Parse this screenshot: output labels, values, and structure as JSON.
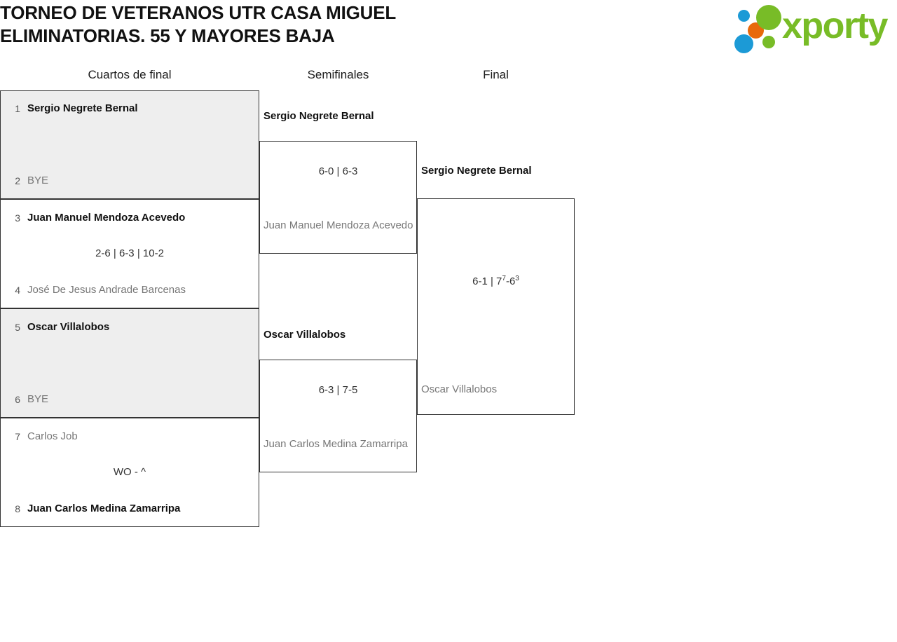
{
  "header": {
    "title": "TORNEO DE VETERANOS UTR CASA MIGUEL\nELIMINATORIAS. 55 Y MAYORES BAJA",
    "logo": {
      "wordmark": "xporty",
      "colors": {
        "green": "#78bc27",
        "blue": "#1c9ad6",
        "orange": "#e8690b"
      }
    }
  },
  "bracket": {
    "rounds": [
      {
        "label": "Cuartos de final"
      },
      {
        "label": "Semifinales"
      },
      {
        "label": "Final"
      }
    ],
    "round1": {
      "matches": [
        {
          "top": {
            "seed": "1",
            "name": "Sergio Negrete Bernal",
            "winner": true
          },
          "bottom": {
            "seed": "2",
            "name": "BYE",
            "winner": false
          },
          "score": "",
          "shaded": true
        },
        {
          "top": {
            "seed": "3",
            "name": "Juan Manuel Mendoza Acevedo",
            "winner": true
          },
          "bottom": {
            "seed": "4",
            "name": "José De Jesus Andrade Barcenas",
            "winner": false
          },
          "score": "2-6 | 6-3 | 10-2",
          "shaded": false
        },
        {
          "top": {
            "seed": "5",
            "name": "Oscar Villalobos",
            "winner": true
          },
          "bottom": {
            "seed": "6",
            "name": "BYE",
            "winner": false
          },
          "score": "",
          "shaded": true
        },
        {
          "top": {
            "seed": "7",
            "name": "Carlos Job",
            "winner": false
          },
          "bottom": {
            "seed": "8",
            "name": "Juan Carlos Medina Zamarripa",
            "winner": true
          },
          "score": "WO - ^",
          "shaded": false
        }
      ]
    },
    "round2": {
      "matches": [
        {
          "top": {
            "name": "Sergio Negrete Bernal",
            "winner": true
          },
          "bottom": {
            "name": "Juan Manuel Mendoza Acevedo",
            "winner": false
          },
          "score_pre": "6-0 | 6-3",
          "score_sup1": "",
          "score_mid": "",
          "score_sup2": ""
        },
        {
          "top": {
            "name": "Oscar Villalobos",
            "winner": true
          },
          "bottom": {
            "name": "Juan Carlos Medina Zamarripa",
            "winner": false
          },
          "score_pre": "6-3 | 7-5",
          "score_sup1": "",
          "score_mid": "",
          "score_sup2": ""
        }
      ]
    },
    "round3": {
      "matches": [
        {
          "top": {
            "name": "Sergio Negrete Bernal",
            "winner": true
          },
          "bottom": {
            "name": "Oscar Villalobos",
            "winner": false
          },
          "score_pre": "6-1 | 7",
          "score_sup1": "7",
          "score_mid": "-6",
          "score_sup2": "3"
        }
      ]
    }
  }
}
